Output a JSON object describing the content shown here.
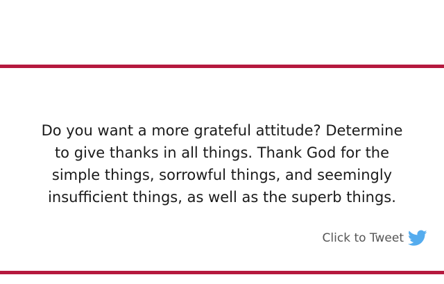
{
  "quote": {
    "line1": "Do you want a more grateful attitude? Determine",
    "line2": "to give thanks in all things. Thank God for the",
    "line3": "simple things, sorrowful things, and seemingly",
    "line4": "insufficient things, as well as the superb things."
  },
  "tweet": {
    "label": "Click to Tweet",
    "icon": "twitter-bird-icon"
  },
  "colors": {
    "rule": "#b5193e",
    "text": "#1a1a1a",
    "tweet_text": "#555555",
    "twitter_blue": "#55acee"
  }
}
